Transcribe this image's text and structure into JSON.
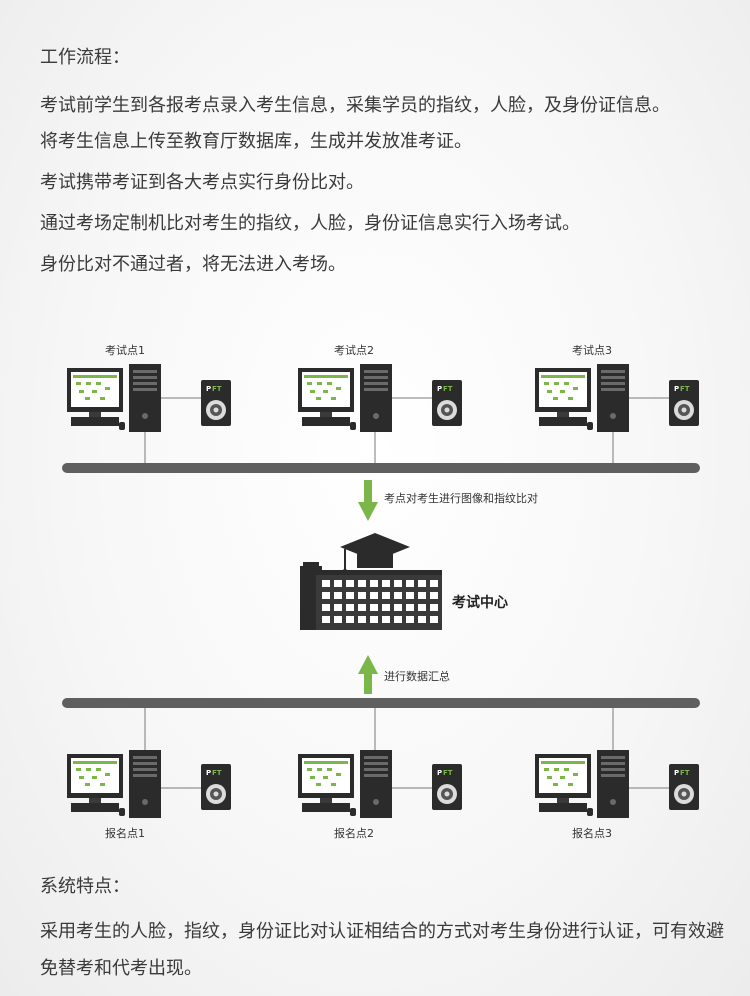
{
  "workflow": {
    "heading": "工作流程：",
    "paragraphs": [
      "考试前学生到各报考点录入考生信息，采集学员的指纹，人脸，及身份证信息。",
      "将考生信息上传至教育厅数据库，生成并发放准考证。",
      "考试携带考证到各大考点实行身份比对。",
      "通过考场定制机比对考生的指纹，人脸，身份证信息实行入场考试。",
      "身份比对不通过者，将无法进入考场。"
    ]
  },
  "diagram": {
    "exam_sites": [
      "考试点1",
      "考试点2",
      "考试点3"
    ],
    "registration_sites": [
      "报名点1",
      "报名点2",
      "报名点3"
    ],
    "arrow_down_label": "考点对考生进行图像和指纹比对",
    "arrow_up_label": "进行数据汇总",
    "center_label": "考试中心",
    "device_brand": "PFT",
    "accent_color": "#7ab648",
    "bus_color": "#5f5f5f"
  },
  "features": {
    "heading": "系统特点：",
    "paragraph": "采用考生的人脸，指纹，身份证比对认证相结合的方式对考生身份进行认证，可有效避免替考和代考出现。"
  }
}
